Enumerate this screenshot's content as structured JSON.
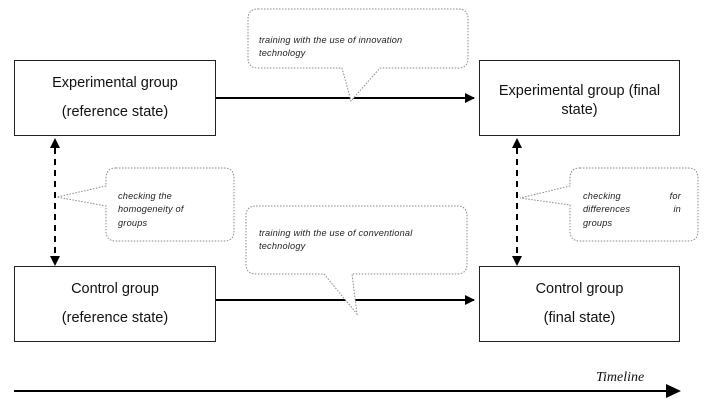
{
  "boxes": {
    "exp_ref": {
      "line1": "Experimental group",
      "line2": "(reference state)"
    },
    "exp_final": {
      "line1": "Experimental group (final",
      "line2": "state)"
    },
    "ctrl_ref": {
      "line1": "Control group",
      "line2": "(reference state)"
    },
    "ctrl_final": {
      "line1": "Control group",
      "line2": "(final state)"
    }
  },
  "callouts": {
    "innovation": {
      "line1": "training with the use of innovation",
      "line2": "technology"
    },
    "conventional": {
      "line1": "training with the use of conventional",
      "line2": "technology"
    },
    "homogeneity": {
      "line1": "checking the",
      "line2": "homogeneity of",
      "line3": "groups"
    },
    "differences_line1_left": "checking",
    "differences_line1_right": "for",
    "differences_line2_left": "differences",
    "differences_line2_right": "in",
    "differences_line3": "groups"
  },
  "timeline": {
    "label": "Timeline"
  },
  "colors": {
    "line": "#000000",
    "box_border": "#222222",
    "callout_border": "#888888"
  }
}
